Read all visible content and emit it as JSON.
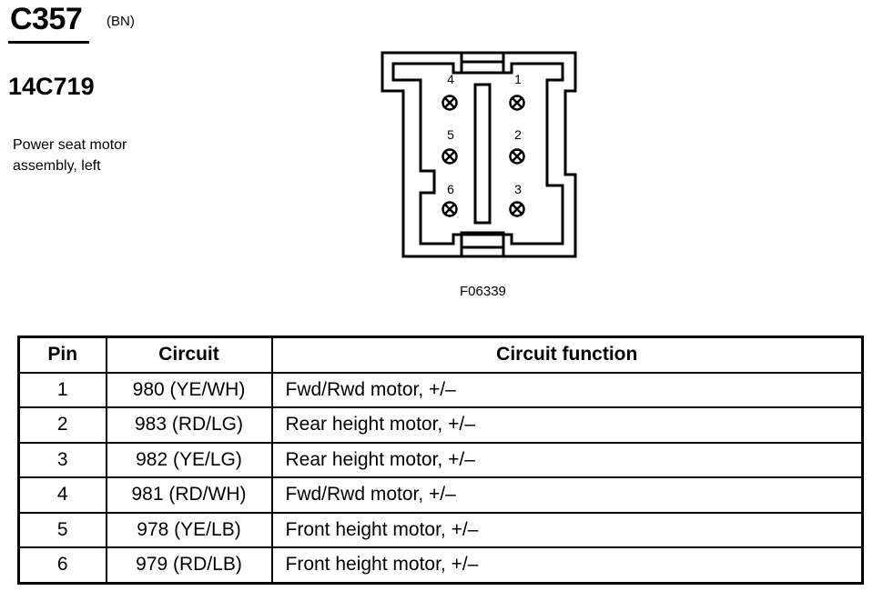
{
  "header": {
    "connector_id": "C357",
    "color_code": "(BN)",
    "part_number": "14C719",
    "description_lines": [
      "Power seat motor",
      "assembly, left"
    ]
  },
  "diagram": {
    "figure_code": "F06339",
    "pins": [
      {
        "label": "4"
      },
      {
        "label": "1"
      },
      {
        "label": "5"
      },
      {
        "label": "2"
      },
      {
        "label": "6"
      },
      {
        "label": "3"
      }
    ]
  },
  "table": {
    "headers": [
      "Pin",
      "Circuit",
      "Circuit function"
    ],
    "rows": [
      {
        "pin": "1",
        "circuit": "980 (YE/WH)",
        "function": "Fwd/Rwd motor, +/–"
      },
      {
        "pin": "2",
        "circuit": "983 (RD/LG)",
        "function": "Rear height motor, +/–"
      },
      {
        "pin": "3",
        "circuit": "982 (YE/LG)",
        "function": "Rear height motor, +/–"
      },
      {
        "pin": "4",
        "circuit": "981 (RD/WH)",
        "function": "Fwd/Rwd motor, +/–"
      },
      {
        "pin": "5",
        "circuit": "978 (YE/LB)",
        "function": "Front height motor, +/–"
      },
      {
        "pin": "6",
        "circuit": "979 (RD/LB)",
        "function": "Front height motor, +/–"
      }
    ]
  }
}
